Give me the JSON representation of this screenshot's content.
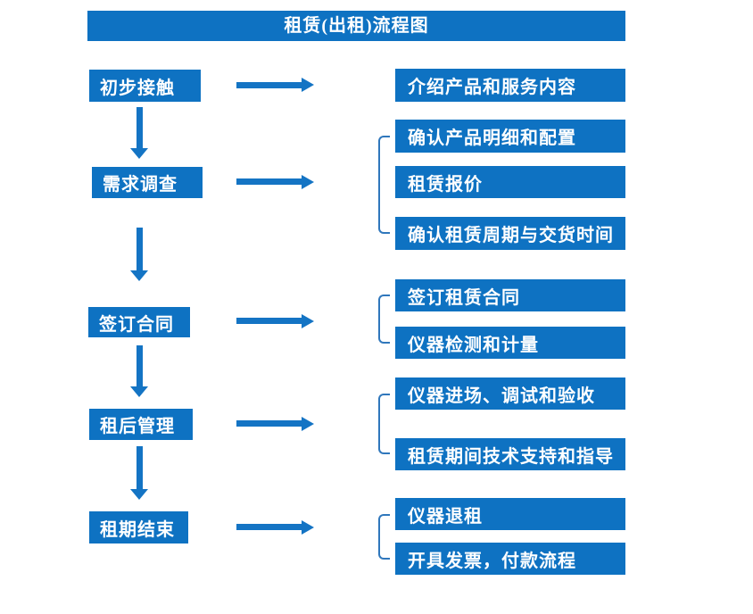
{
  "title": "租赁(出租)流程图",
  "colors": {
    "box_fill": "#0e72c2",
    "box_text": "#ffffff",
    "arrow": "#1474c4",
    "bracket": "#2f77bc",
    "background": "#ffffff"
  },
  "stages": [
    {
      "label": "初步接触",
      "outputs": [
        "介绍产品和服务内容"
      ]
    },
    {
      "label": "需求调查",
      "outputs": [
        "确认产品明细和配置",
        "租赁报价",
        "确认租赁周期与交货时间"
      ]
    },
    {
      "label": "签订合同",
      "outputs": [
        "签订租赁合同",
        "仪器检测和计量"
      ]
    },
    {
      "label": "租后管理",
      "outputs": [
        "仪器进场、调试和验收",
        "租赁期间技术支持和指导"
      ]
    },
    {
      "label": "租期结束",
      "outputs": [
        "仪器退租",
        "开具发票，付款流程"
      ]
    }
  ]
}
